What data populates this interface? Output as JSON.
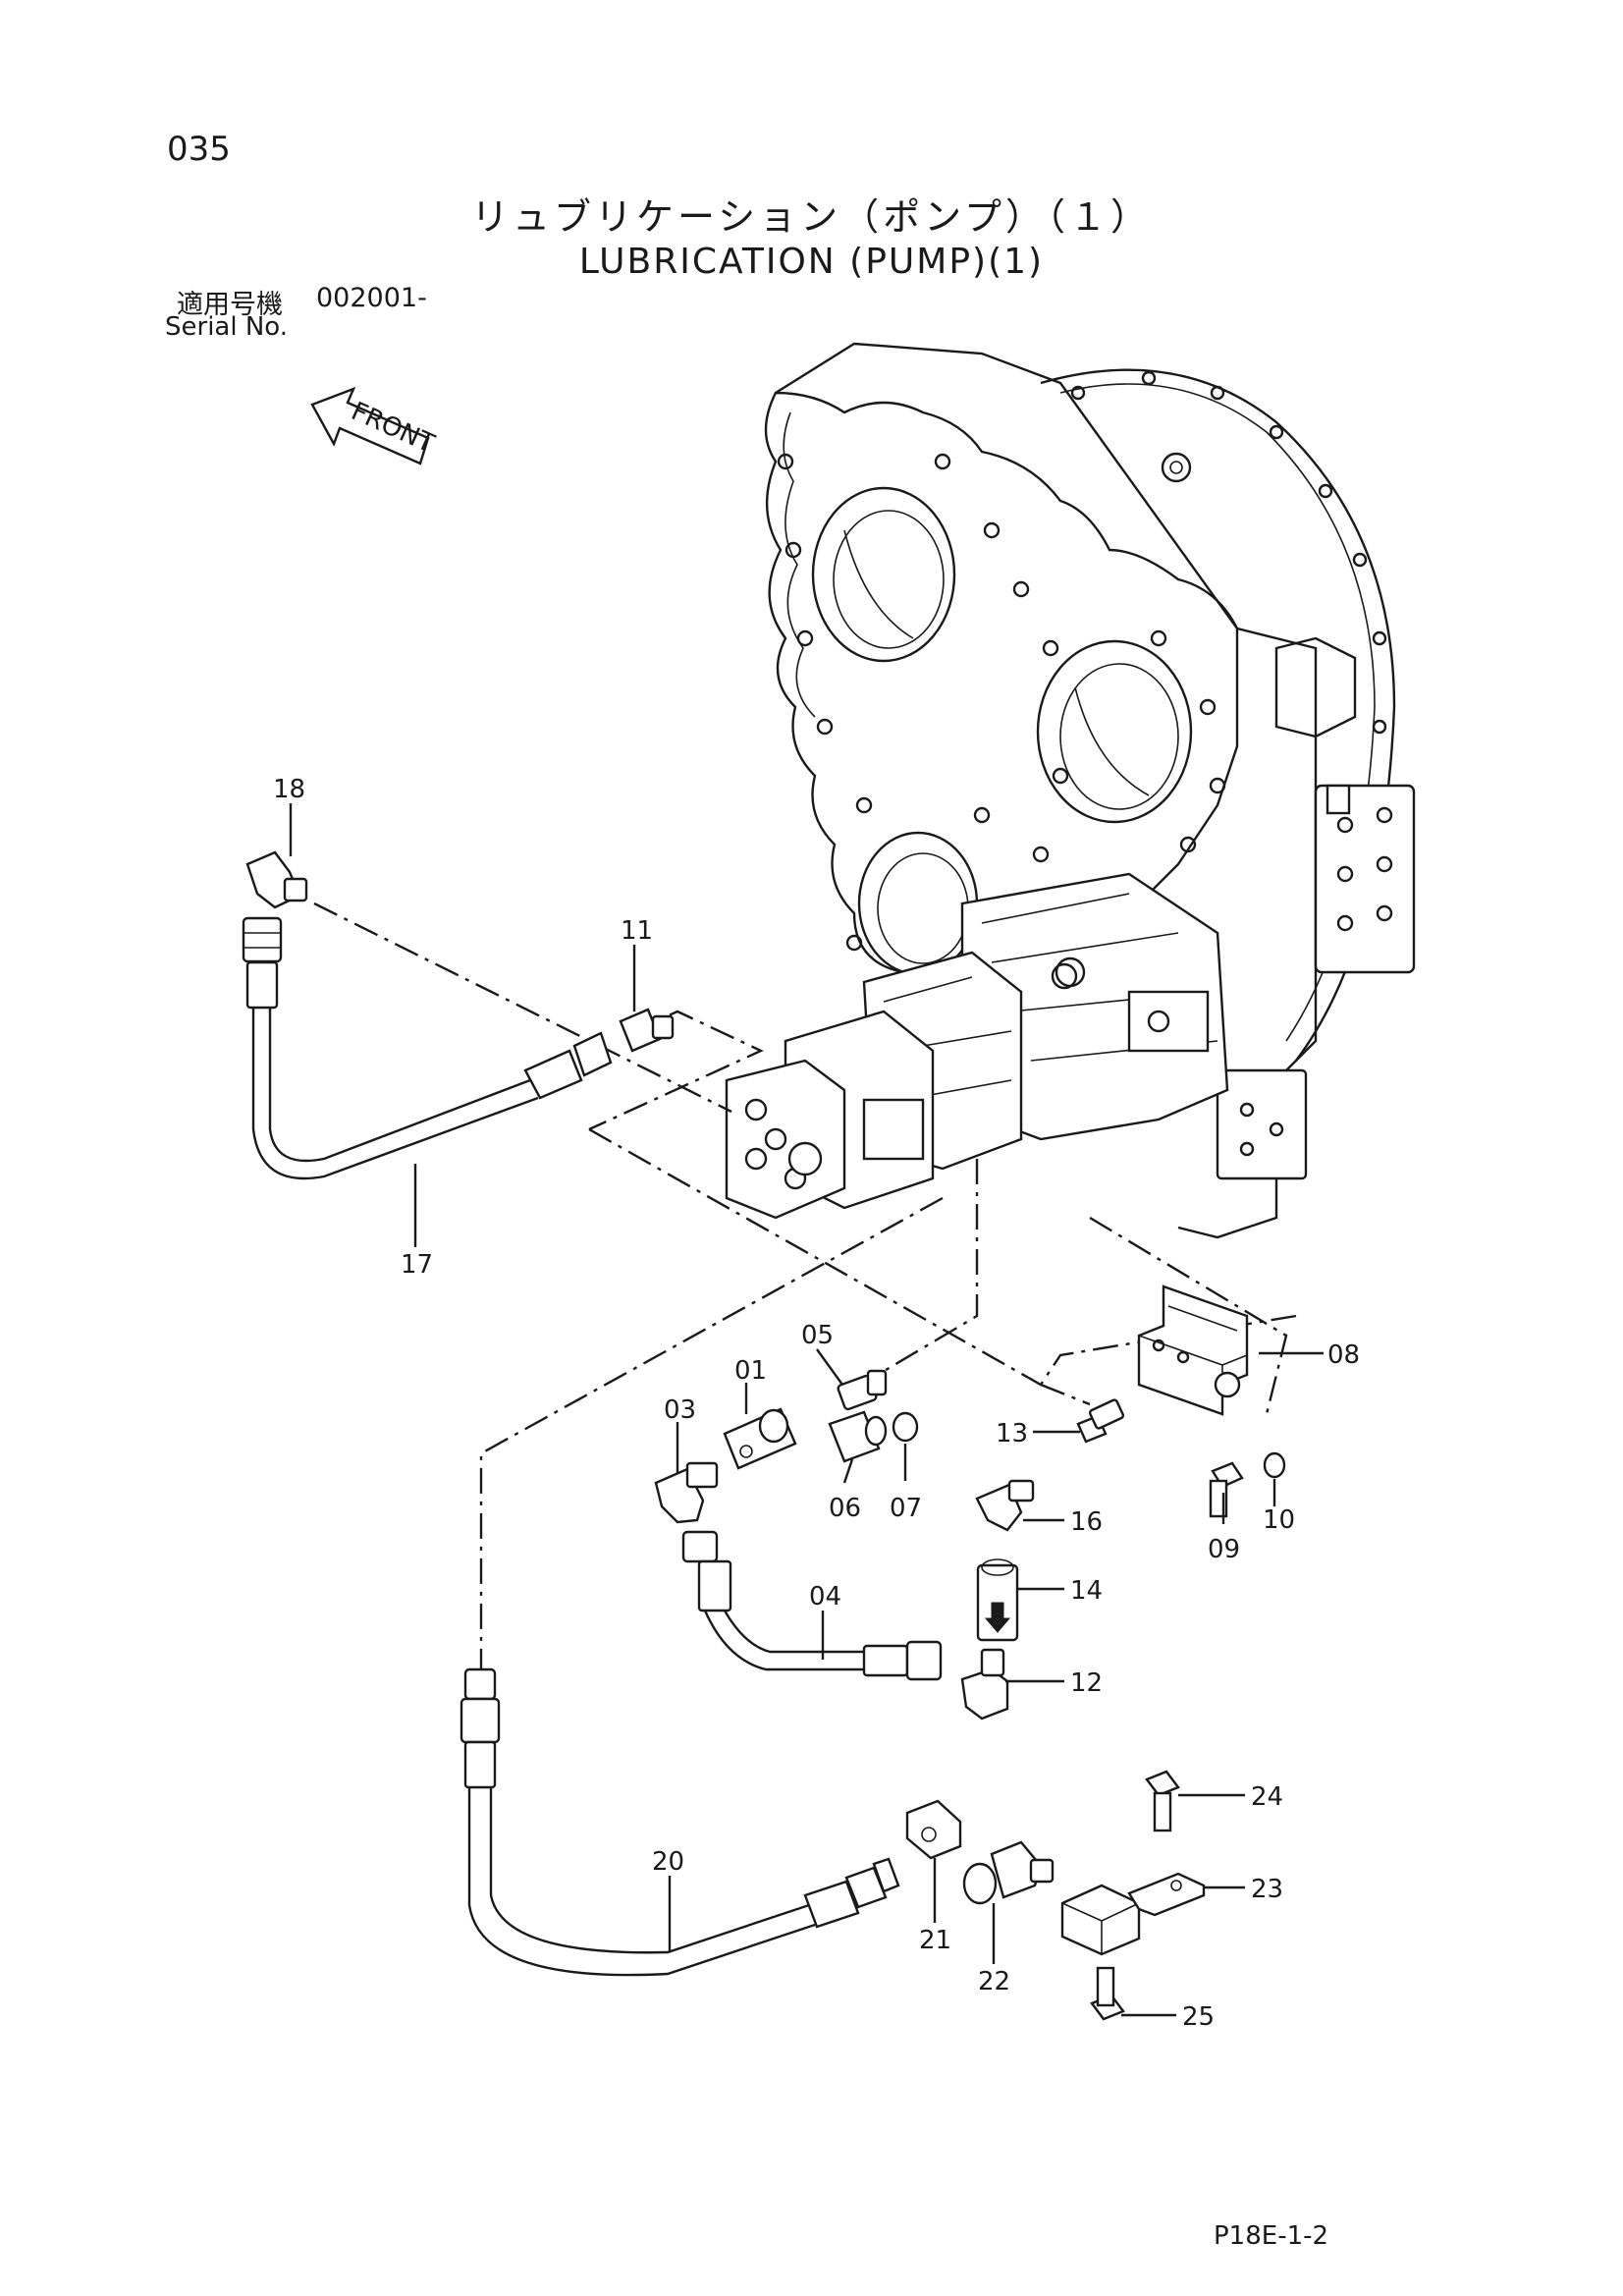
{
  "header": {
    "page_number": "035",
    "title_jp": "リュブリケーション（ポンプ）（１）",
    "title_en": "LUBRICATION (PUMP)(1)",
    "serial_label_jp": "適用号機",
    "serial_value": "002001-",
    "serial_label_en": "Serial No."
  },
  "front_arrow": {
    "label": "FRONT"
  },
  "parts": [
    {
      "no": "01"
    },
    {
      "no": "03"
    },
    {
      "no": "04"
    },
    {
      "no": "05"
    },
    {
      "no": "06"
    },
    {
      "no": "07"
    },
    {
      "no": "08"
    },
    {
      "no": "09"
    },
    {
      "no": "10"
    },
    {
      "no": "11"
    },
    {
      "no": "12"
    },
    {
      "no": "13"
    },
    {
      "no": "14"
    },
    {
      "no": "16"
    },
    {
      "no": "17"
    },
    {
      "no": "18"
    },
    {
      "no": "20"
    },
    {
      "no": "21"
    },
    {
      "no": "22"
    },
    {
      "no": "23"
    },
    {
      "no": "24"
    },
    {
      "no": "25"
    }
  ],
  "footer": {
    "sheet_code": "P18E-1-2"
  }
}
